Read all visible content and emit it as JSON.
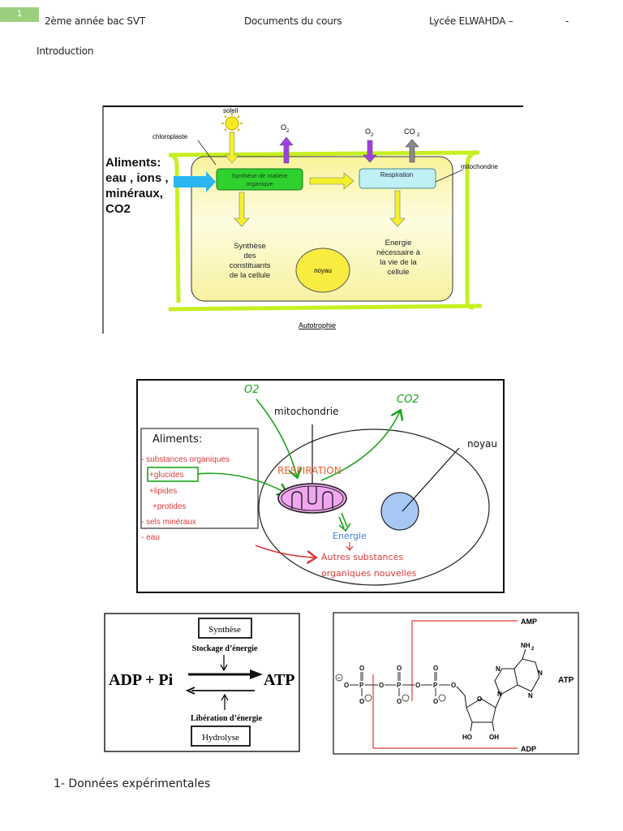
{
  "header": {
    "page_number": "1",
    "left": "2ème année bac SVT",
    "center": "Documents du cours",
    "right": "Lycée ELWAHDA –",
    "far_right": "-"
  },
  "intro_title": "Introduction",
  "figure_autotrophie": {
    "sun_label": "soleil",
    "chloroplast_label": "chloroplaste",
    "o2_out": "O",
    "o2_in": "O",
    "co2_out": "CO",
    "subscript_2": "2",
    "inputs_lines": [
      "Aliments:",
      "eau , ions ,",
      "minéraux,",
      "CO2"
    ],
    "synthesis_box_lines": [
      "Synthèse de matière",
      "organique"
    ],
    "respiration_box": "Respiration",
    "mitochondria_label": "mitochondrie",
    "left_output_lines": [
      "Synthèse",
      "des",
      "constituants",
      "de la cellule"
    ],
    "nucleus_label": "noyau",
    "right_output_lines": [
      "Energie",
      "nécessaire à",
      "la vie de la",
      "cellule"
    ],
    "caption": "Autotrophie",
    "colors": {
      "cell_fill": "#fbf7a8",
      "wall": "#c6f020",
      "synthesis_box": "#2fd12f",
      "respiration_box": "#bff0f5",
      "arrow_yellow": "#f4f02a",
      "arrow_purple": "#a23ee6",
      "arrow_blue": "#29b6f2",
      "arrow_gray": "#8a8a8a"
    }
  },
  "figure_respiration": {
    "o2_label": "O2",
    "co2_label": "CO2",
    "mitochondria_label": "mitochondrie",
    "nucleus_label": "noyau",
    "respiration_label": "RESPIRATION",
    "energy_label": "Energie",
    "result_lines": [
      "Autres substances",
      "organiques nouvelles"
    ],
    "foods_title": "Aliments:",
    "foods_items": [
      "- substances organiques",
      "+glucides",
      "+lipides",
      "+protides",
      "- sels minéraux",
      "- eau"
    ],
    "colors": {
      "green": "#1aa51a",
      "red": "#e03a3a",
      "orange": "#e8602a",
      "blue": "#3a7ee8",
      "mito_fill": "#f2a6f2",
      "nucleus_fill": "#a8c8f4"
    }
  },
  "figure_atp_cycle": {
    "synthesis_box": "Synthèse",
    "storage_label": "Stockage d’énergie",
    "left_side": "ADP + Pi",
    "right_side": "ATP",
    "release_label": "Libération d’énergie",
    "hydrolysis_box": "Hydrolyse"
  },
  "figure_atp_structure": {
    "amp_label": "AMP",
    "adp_label": "ADP",
    "atp_label": "ATP",
    "nh2_label": "NH",
    "ho_label": "HO",
    "oh_label": "OH",
    "o": "O",
    "p": "P",
    "n": "N",
    "minus": "−",
    "red": "#e8383a"
  },
  "section_1": "1-  Données expérimentales"
}
